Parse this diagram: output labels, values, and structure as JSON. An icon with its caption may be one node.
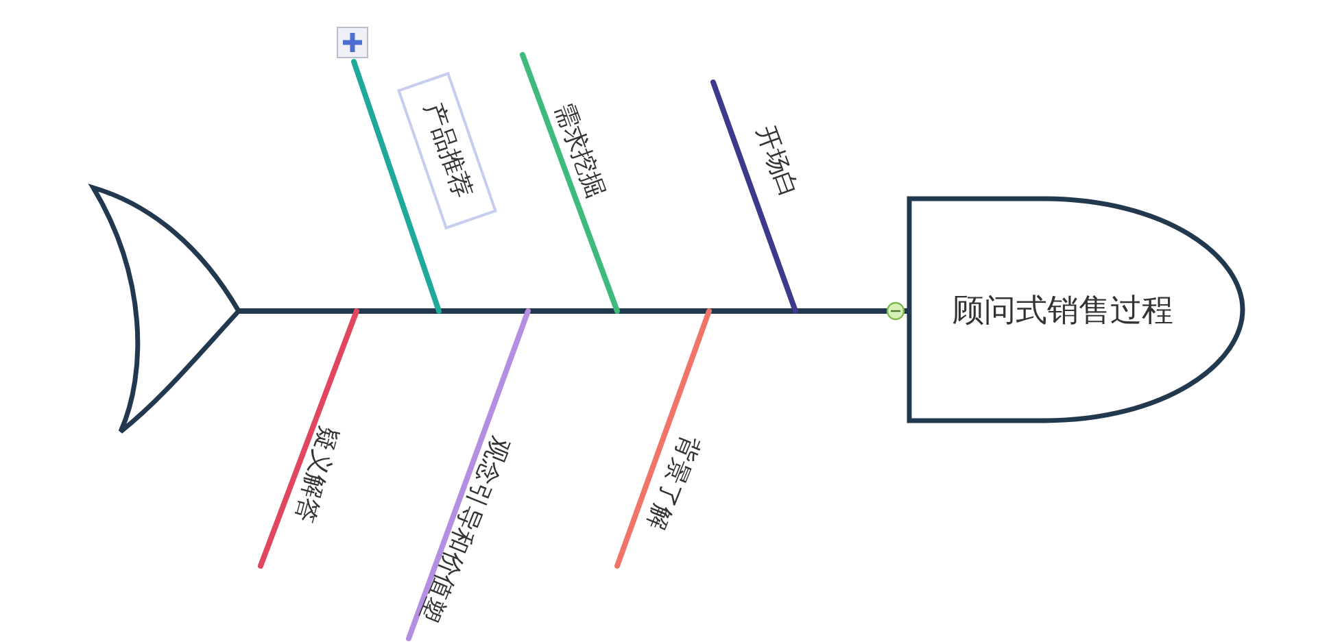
{
  "diagram": {
    "nodes": [
      {
        "text": [],
        "shape": "tail"
      },
      {
        "text": [
          "产品推荐"
        ]
      },
      {
        "text": [
          "需求挖掘"
        ]
      },
      {
        "text": [
          "开场白"
        ]
      },
      {
        "text": [
          "疑义解答"
        ]
      },
      {
        "text": [
          "观念引导和价值塑"
        ]
      },
      {
        "text": [
          "背景了解"
        ]
      },
      {
        "text": [
          "顾问式销售过程"
        ]
      }
    ],
    "edges": [
      {
        "from": 0,
        "to": 7,
        "arrow": "none"
      },
      {
        "from": 1,
        "to": null,
        "arrow": "none",
        "color": "#1fa99a"
      },
      {
        "from": 2,
        "to": null,
        "arrow": "none",
        "color": "#3dba7c"
      },
      {
        "from": 3,
        "to": null,
        "arrow": "none",
        "color": "#3d3a8c"
      },
      {
        "from": 4,
        "to": null,
        "arrow": "none",
        "color": "#e0465e"
      },
      {
        "from": 5,
        "to": null,
        "arrow": "none",
        "color": "#b48ee0"
      },
      {
        "from": 6,
        "to": null,
        "arrow": "none",
        "color": "#f0746a"
      }
    ]
  }
}
